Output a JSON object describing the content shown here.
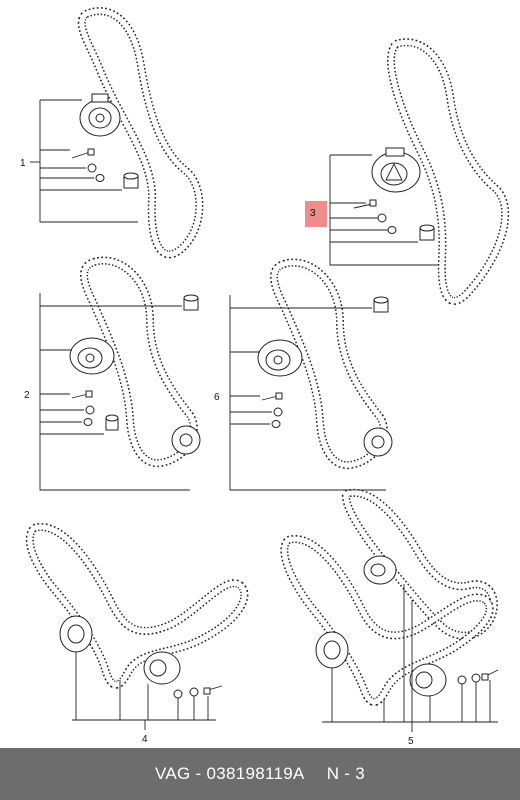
{
  "footer": {
    "brand": "VAG",
    "separator": "-",
    "part_number": "038198119A",
    "page_label": "N - 3"
  },
  "callouts": {
    "c1": "1",
    "c2": "2",
    "c3": "3",
    "c4": "4",
    "c5": "5",
    "c6": "6"
  },
  "highlight": {
    "callout": "3",
    "color": "#ef8c8c"
  }
}
